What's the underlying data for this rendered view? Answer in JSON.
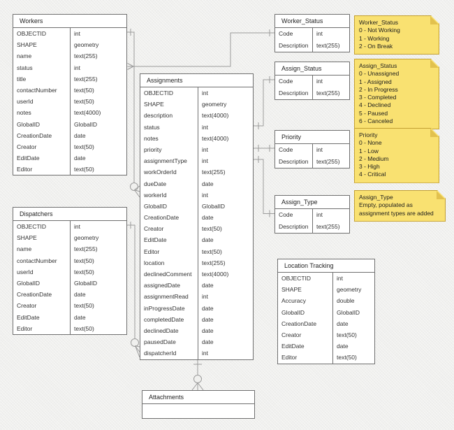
{
  "canvas": {
    "background": "#f0f0ee",
    "table_border": "#6f6f6f",
    "connector_color": "#9b9b9b",
    "note_fill": "#f9e171",
    "note_border": "#c3a032",
    "note_fold": "#e2c14e"
  },
  "tables": {
    "workers": {
      "title": "Workers",
      "fields": [
        {
          "name": "OBJECTID",
          "type": "int"
        },
        {
          "name": "SHAPE",
          "type": "geometry"
        },
        {
          "name": "name",
          "type": "text(255)"
        },
        {
          "name": "status",
          "type": "int"
        },
        {
          "name": "title",
          "type": "text(255)"
        },
        {
          "name": "contactNumber",
          "type": "text(50)"
        },
        {
          "name": "userId",
          "type": "text(50)"
        },
        {
          "name": "notes",
          "type": "text(4000)"
        },
        {
          "name": "GlobalID",
          "type": "GlobalID"
        },
        {
          "name": "CreationDate",
          "type": "date"
        },
        {
          "name": "Creator",
          "type": "text(50)"
        },
        {
          "name": "EditDate",
          "type": "date"
        },
        {
          "name": "Editor",
          "type": "text(50)"
        }
      ]
    },
    "dispatchers": {
      "title": "Dispatchers",
      "fields": [
        {
          "name": "OBJECTID",
          "type": "int"
        },
        {
          "name": "SHAPE",
          "type": "geometry"
        },
        {
          "name": "name",
          "type": "text(255)"
        },
        {
          "name": "contactNumber",
          "type": "text(50)"
        },
        {
          "name": "userId",
          "type": "text(50)"
        },
        {
          "name": "GlobalID",
          "type": "GlobalID"
        },
        {
          "name": "CreationDate",
          "type": "date"
        },
        {
          "name": "Creator",
          "type": "text(50)"
        },
        {
          "name": "EditDate",
          "type": "date"
        },
        {
          "name": "Editor",
          "type": "text(50)"
        }
      ]
    },
    "assignments": {
      "title": "Assignments",
      "fields": [
        {
          "name": "OBJECTID",
          "type": "int"
        },
        {
          "name": "SHAPE",
          "type": "geometry"
        },
        {
          "name": "description",
          "type": "text(4000)"
        },
        {
          "name": "status",
          "type": "int"
        },
        {
          "name": "notes",
          "type": "text(4000)"
        },
        {
          "name": "priority",
          "type": "int"
        },
        {
          "name": "assignmentType",
          "type": "int"
        },
        {
          "name": "workOrderId",
          "type": "text(255)"
        },
        {
          "name": "dueDate",
          "type": "date"
        },
        {
          "name": "workerId",
          "type": "int"
        },
        {
          "name": "GlobalID",
          "type": "GlobalID"
        },
        {
          "name": "CreationDate",
          "type": "date"
        },
        {
          "name": "Creator",
          "type": "text(50)"
        },
        {
          "name": "EditDate",
          "type": "date"
        },
        {
          "name": "Editor",
          "type": "text(50)"
        },
        {
          "name": "location",
          "type": "text(255)"
        },
        {
          "name": "declinedComment",
          "type": "text(4000)"
        },
        {
          "name": "assignedDate",
          "type": "date"
        },
        {
          "name": "assignmentRead",
          "type": "int"
        },
        {
          "name": "inProgressDate",
          "type": "date"
        },
        {
          "name": "completedDate",
          "type": "date"
        },
        {
          "name": "declinedDate",
          "type": "date"
        },
        {
          "name": "pausedDate",
          "type": "date"
        },
        {
          "name": "dispatcherId",
          "type": "int"
        }
      ]
    },
    "worker_status": {
      "title": "Worker_Status",
      "fields": [
        {
          "name": "Code",
          "type": "int"
        },
        {
          "name": "Description",
          "type": "text(255)"
        }
      ]
    },
    "assign_status": {
      "title": "Assign_Status",
      "fields": [
        {
          "name": "Code",
          "type": "int"
        },
        {
          "name": "Description",
          "type": "text(255)"
        }
      ]
    },
    "priority": {
      "title": "Priority",
      "fields": [
        {
          "name": "Code",
          "type": "int"
        },
        {
          "name": "Description",
          "type": "text(255)"
        }
      ]
    },
    "assign_type": {
      "title": "Assign_Type",
      "fields": [
        {
          "name": "Code",
          "type": "int"
        },
        {
          "name": "Description",
          "type": "text(255)"
        }
      ]
    },
    "location_tracking": {
      "title": "Location Tracking",
      "fields": [
        {
          "name": "OBJECTID",
          "type": "int"
        },
        {
          "name": "SHAPE",
          "type": "geometry"
        },
        {
          "name": "Accuracy",
          "type": "double"
        },
        {
          "name": "GlobalID",
          "type": "GlobalID"
        },
        {
          "name": "CreationDate",
          "type": "date"
        },
        {
          "name": "Creator",
          "type": "text(50)"
        },
        {
          "name": "EditDate",
          "type": "date"
        },
        {
          "name": "Editor",
          "type": "text(50)"
        }
      ]
    },
    "attachments": {
      "title": "Attachments",
      "fields": [
        {
          "name": "",
          "type": ""
        }
      ]
    }
  },
  "notes": {
    "worker_status": {
      "lines": [
        "Worker_Status",
        "0 - Not Working",
        "1 - Working",
        "2 - On Break"
      ]
    },
    "assign_status": {
      "lines": [
        "Assign_Status",
        "0 - Unassigned",
        "1 - Assigned",
        "2 - In Progress",
        "3 - Completed",
        "4 - Declined",
        "5 - Paused",
        "6 - Canceled"
      ]
    },
    "priority": {
      "lines": [
        "Priority",
        "0 - None",
        "1 - Low",
        "2 - Medium",
        "3 - High",
        "4 - Critical"
      ]
    },
    "assign_type": {
      "lines": [
        "Assign_Type",
        "Empty, populated as assignment types are added"
      ]
    }
  }
}
